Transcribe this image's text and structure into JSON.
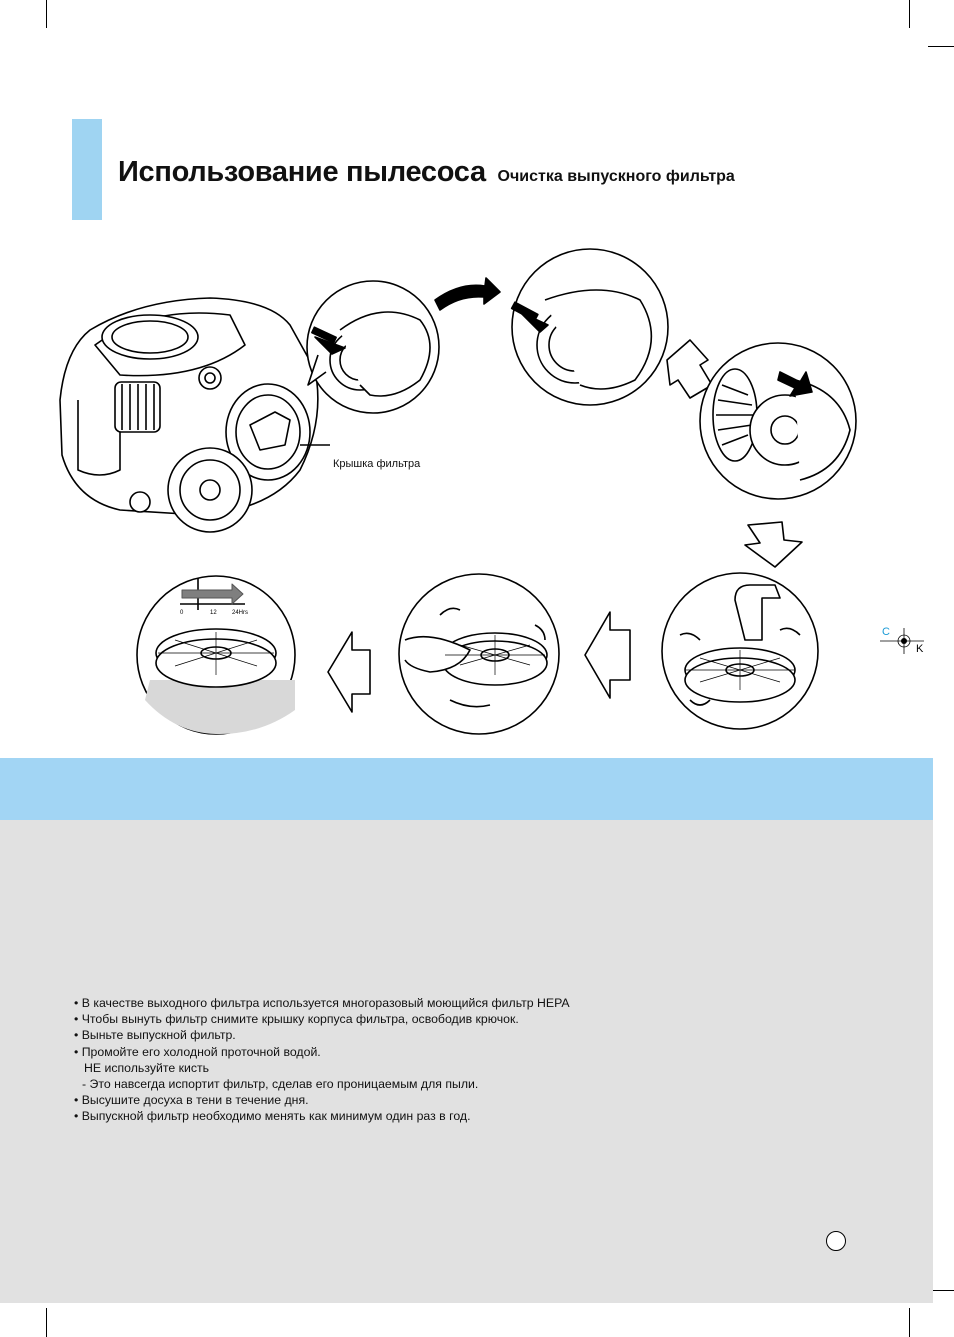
{
  "header": {
    "title": "Использование пылесоса",
    "subtitle": "Очистка выпускного фильтра"
  },
  "illustration": {
    "callout_label": "Крышка фильтра",
    "timer_ticks": [
      "0",
      "12",
      "24Hrs"
    ]
  },
  "instructions": {
    "items": [
      "• В качестве выходного фильтра используется многоразовый моющийся фильтр HEPA",
      "• Чтобы вынуть фильтр снимите крышку корпуса фильтра, освободив крючок.",
      "• Выньте выпускной фильтр.",
      "• Промойте его холодной проточной водой.",
      "НЕ используйте кисть",
      "- Это навсегда испортит фильтр, сделав его проницаемым для пыли.",
      "• Высушите досуха в тени в течение дня.",
      "• Выпускной фильтр необходимо менять как минимум один раз в год."
    ]
  },
  "registration": {
    "c_label": "C",
    "k_label": "K"
  },
  "colors": {
    "accent_blue": "#9fd4f2",
    "band_blue": "#a2d5f4",
    "gray_panel": "#e1e1e1"
  }
}
